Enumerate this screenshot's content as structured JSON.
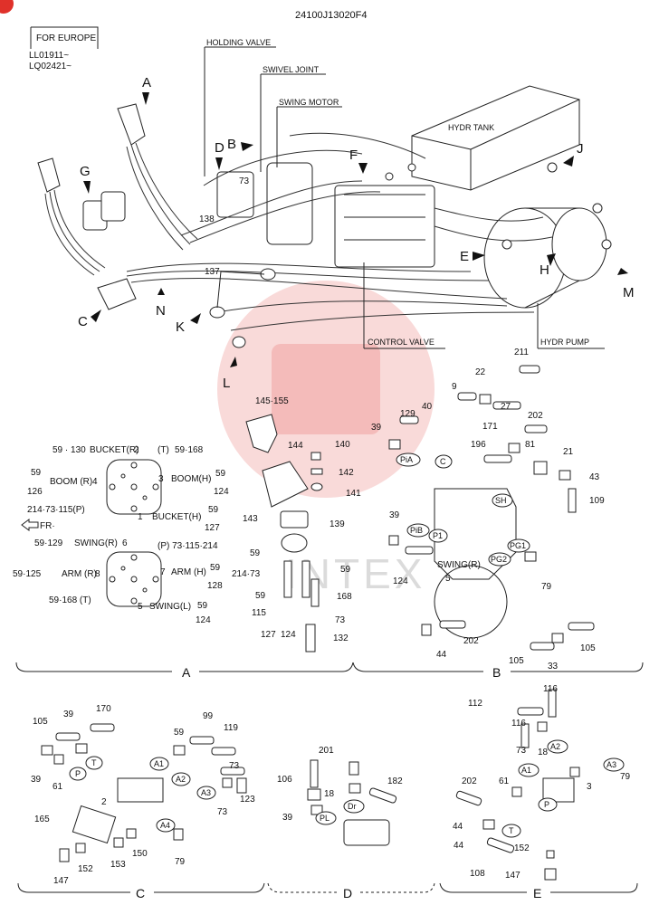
{
  "header": {
    "part_code": "24100J13020F4"
  },
  "badge": {
    "color": "#e0312a"
  },
  "europe_box": {
    "title": "FOR EUROPE",
    "serial1": "LL01911~",
    "serial2": "LQ02421~"
  },
  "callouts": {
    "holding_valve": "HOLDING VALVE",
    "swivel_joint": "SWIVEL JOINT",
    "swing_motor": "SWING MOTOR",
    "hydr_tank": "HYDR TANK",
    "control_valve": "CONTROL VALVE",
    "hydr_pump": "HYDR PUMP"
  },
  "view_letters": [
    "A",
    "B",
    "C",
    "D",
    "E",
    "F",
    "G",
    "H",
    "J",
    "K",
    "L",
    "M",
    "N"
  ],
  "main_numbers": {
    "n73": "73",
    "n138": "138",
    "n137": "137"
  },
  "section_labels": {
    "a": "A",
    "b": "B",
    "c": "C",
    "d": "D",
    "e": "E"
  },
  "view_a": {
    "left_upper": {
      "bucket_r": "BUCKET(R)",
      "bucket_r_nums": "59 · 130",
      "port2": "2",
      "t": "(T)",
      "t_nums": "59·168",
      "boom_r": "BOOM (R)",
      "port4": "4",
      "boom_r_nums_a": "59",
      "boom_r_nums_b": "126",
      "boom_h": "BOOM(H)",
      "port3": "3",
      "boom_h_nums_a": "59",
      "boom_h_nums_b": "124",
      "p_label": "214·73·115(P)",
      "bucket_h": "BUCKET(H)",
      "port1": "1",
      "bucket_h_nums_a": "59",
      "bucket_h_nums_b": "127",
      "fr": "FR·"
    },
    "left_lower": {
      "swing_r": "SWING(R)",
      "swing_r_nums": "59·129",
      "port6": "6",
      "p_label": "(P) 73·115·214",
      "arm_r": "ARM (R)",
      "port8": "8",
      "arm_r_nums": "59·125",
      "arm_h": "ARM (H)",
      "port7": "7",
      "arm_h_nums_a": "59",
      "arm_h_nums_b": "128",
      "t_label": "59·168 (T)",
      "swing_l": "SWING(L)",
      "port5": "5",
      "swing_l_nums_a": "59",
      "swing_l_nums_b": "124"
    },
    "parts": [
      "145·155",
      "144",
      "140",
      "142",
      "141",
      "143",
      "139",
      "59",
      "214·73",
      "59",
      "59",
      "115",
      "168",
      "73",
      "127",
      "124",
      "132"
    ]
  },
  "view_b": {
    "parts": [
      "211",
      "22",
      "9",
      "40",
      "129",
      "39",
      "171",
      "27",
      "202",
      "196",
      "81",
      "21",
      "43",
      "109",
      "39",
      "124",
      "79",
      "105",
      "105",
      "33",
      "202",
      "44"
    ],
    "ports": [
      "PiA",
      "C",
      "PiB",
      "P1",
      "SH",
      "PG1",
      "PG2"
    ],
    "swing_label": "SWING(R)",
    "swing_port": "5"
  },
  "view_c": {
    "parts": [
      "105",
      "39",
      "170",
      "39",
      "61",
      "59",
      "99",
      "119",
      "73",
      "123",
      "73",
      "2",
      "165",
      "150",
      "153",
      "79",
      "147",
      "152"
    ],
    "ports": [
      "T",
      "P",
      "A1",
      "A2",
      "A3",
      "A4"
    ]
  },
  "view_d": {
    "parts": [
      "201",
      "106",
      "182",
      "18",
      "39"
    ],
    "ports": [
      "Dr",
      "PL"
    ]
  },
  "view_e": {
    "parts": [
      "116",
      "112",
      "116",
      "73",
      "18",
      "79",
      "202",
      "61",
      "3",
      "44",
      "44",
      "152",
      "108",
      "147"
    ],
    "ports": [
      "A2",
      "A3",
      "A1",
      "P",
      "T"
    ]
  },
  "watermark": {
    "text": "INTEX"
  }
}
